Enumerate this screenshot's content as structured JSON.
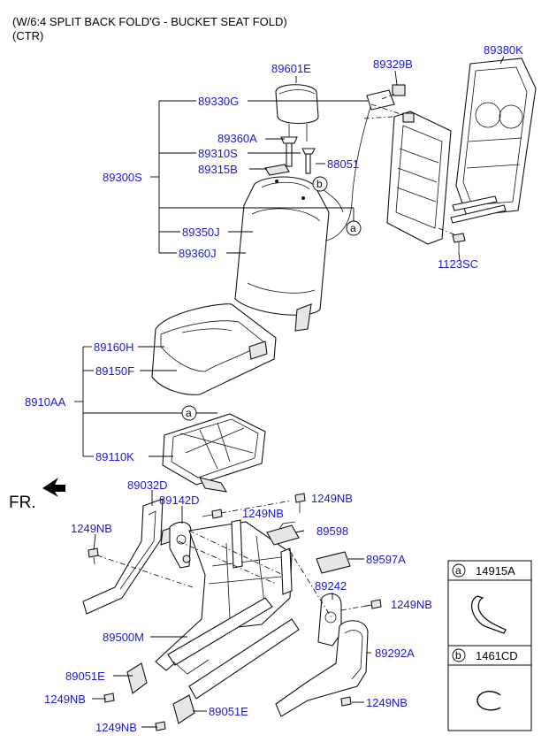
{
  "header": {
    "line1": "(W/6:4 SPLIT BACK FOLD'G - BUCKET SEAT FOLD)",
    "line2": "(CTR)"
  },
  "parts": {
    "p89601E": "89601E",
    "p89329B": "89329B",
    "p89380K": "89380K",
    "p89330G": "89330G",
    "p89360A": "89360A",
    "p89310S": "89310S",
    "p88051": "88051",
    "p89315B": "89315B",
    "p89300S": "89300S",
    "p89350J": "89350J",
    "p89360J": "89360J",
    "p1123SC": "1123SC",
    "p89160H": "89160H",
    "p89150F": "89150F",
    "p8910AA": "8910AA",
    "p89110K": "89110K",
    "p89032D": "89032D",
    "p89142D": "89142D",
    "p1249NB_a": "1249NB",
    "p1249NB_b": "1249NB",
    "p1249NB_c": "1249NB",
    "p89598": "89598",
    "p89597A": "89597A",
    "p89242": "89242",
    "p1249NB_d": "1249NB",
    "p89500M": "89500M",
    "p89292A": "89292A",
    "p89051E_a": "89051E",
    "p1249NB_e": "1249NB",
    "p1249NB_f": "1249NB",
    "p89051E_b": "89051E",
    "p1249NB_g": "1249NB"
  },
  "markers": {
    "a": "a",
    "b": "b"
  },
  "legend": {
    "a_letter": "a",
    "a_part": "14915A",
    "b_letter": "b",
    "b_part": "1461CD"
  },
  "front_indicator": "FR."
}
